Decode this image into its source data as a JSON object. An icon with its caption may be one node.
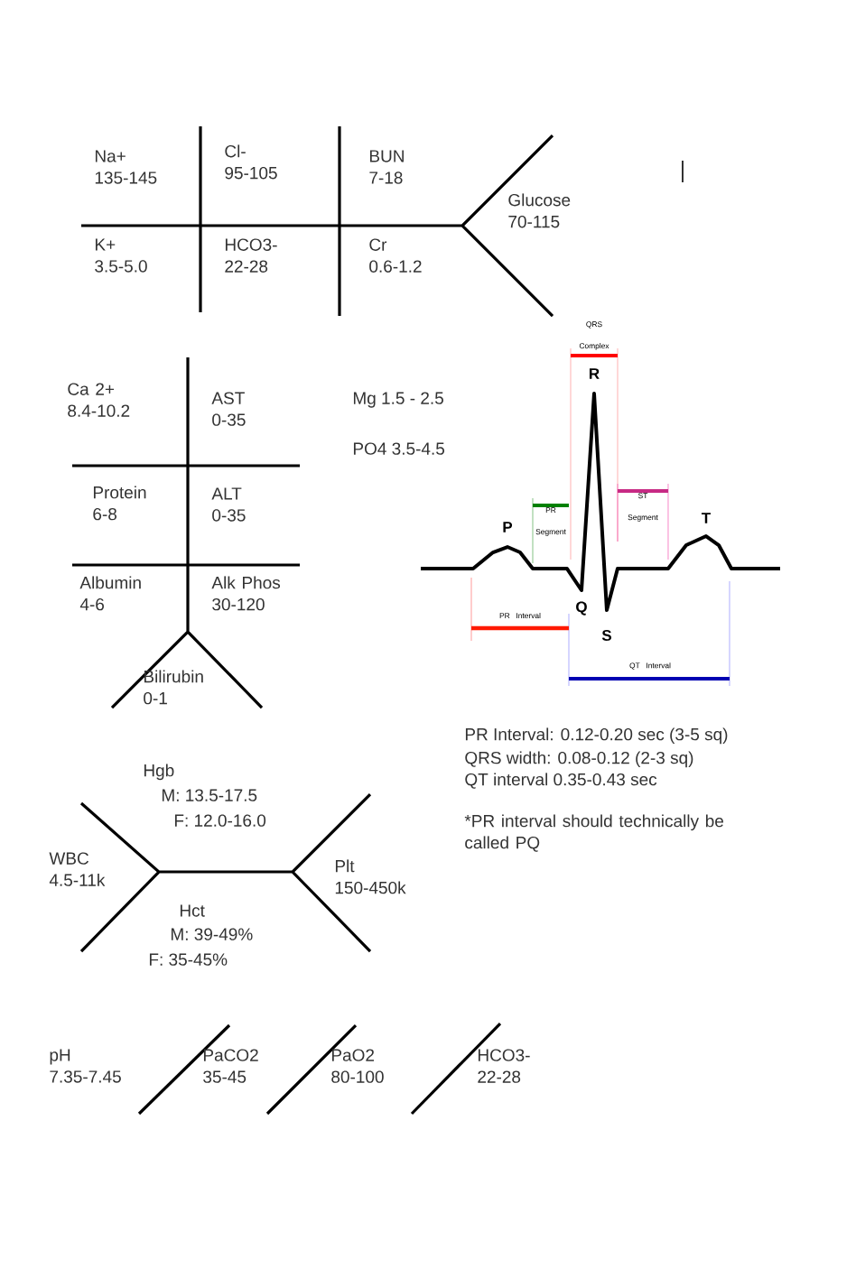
{
  "diagram": {
    "labels": [
      "Na+ 135-145",
      "Cl- 95-105",
      "BUN 7-18",
      "Glucose 70-115",
      "K+ 3.5-5.0",
      "HCO3- 22-28",
      "Cr 0.6-1.2",
      "Ca 2+ 8.4-10.2",
      "AST 0-35",
      "Mg 1.5 - 2.5",
      "PO4 3.5-4.5",
      "Protein 6-8",
      "ALT 0-35",
      "Albumin 4-6",
      "Alk Phos 30-120",
      "Bilirubin 0-1",
      "QRS Complex",
      "R",
      "PR Segment",
      "ST Segment",
      "P",
      "T",
      "Q",
      "PR Interval",
      "S",
      "QT Interval",
      "PR Interval: 0.12-0.20 sec (3-5 sq)",
      "QRS width: 0.08-0.12 (2-3 sq)",
      "QT interval 0.35-0.43 sec",
      "*PR interval should technically be called PQ",
      "Hgb",
      "M: 13.5-17.5",
      "F: 12.0-16.0",
      "WBC 4.5-11k",
      "Plt 150-450k",
      "Hct",
      "M: 39-49%",
      "F: 35-45%",
      "pH 7.35-7.45",
      "PaCO2 35-45",
      "PaO2 80-100",
      "HCO3- 22-28"
    ]
  }
}
